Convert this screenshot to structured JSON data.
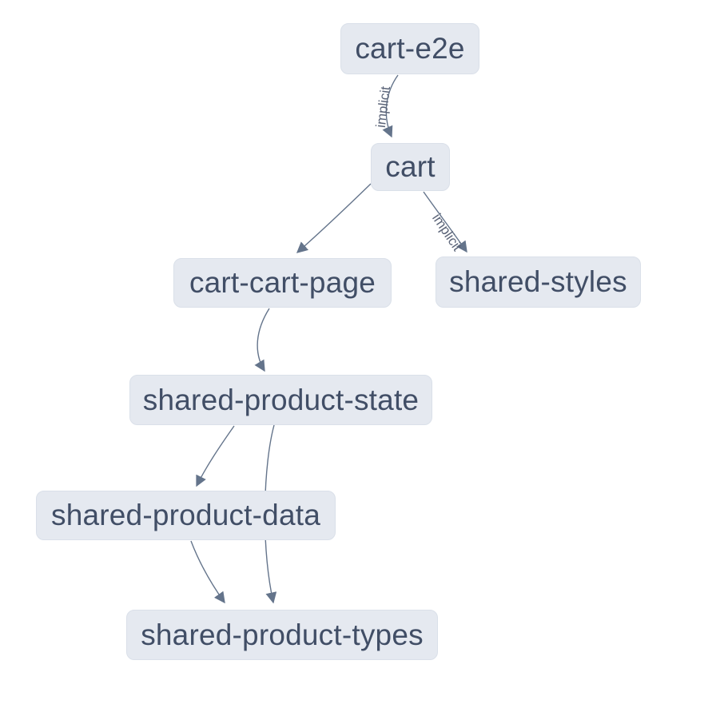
{
  "diagram": {
    "kind": "project-dependency-graph",
    "nodes": [
      {
        "id": "cart-e2e",
        "label": "cart-e2e"
      },
      {
        "id": "cart",
        "label": "cart"
      },
      {
        "id": "cart-cart-page",
        "label": "cart-cart-page"
      },
      {
        "id": "shared-styles",
        "label": "shared-styles"
      },
      {
        "id": "shared-product-state",
        "label": "shared-product-state"
      },
      {
        "id": "shared-product-data",
        "label": "shared-product-data"
      },
      {
        "id": "shared-product-types",
        "label": "shared-product-types"
      }
    ],
    "edges": [
      {
        "from": "cart-e2e",
        "to": "cart",
        "label": "implicit"
      },
      {
        "from": "cart",
        "to": "cart-cart-page",
        "label": ""
      },
      {
        "from": "cart",
        "to": "shared-styles",
        "label": "implicit"
      },
      {
        "from": "cart-cart-page",
        "to": "shared-product-state",
        "label": ""
      },
      {
        "from": "shared-product-state",
        "to": "shared-product-data",
        "label": ""
      },
      {
        "from": "shared-product-state",
        "to": "shared-product-types",
        "label": ""
      },
      {
        "from": "shared-product-data",
        "to": "shared-product-types",
        "label": ""
      }
    ],
    "colors": {
      "background": "#ffffff",
      "node_fill": "#e5e9f0",
      "node_border": "#dae0e9",
      "node_text": "#414e66",
      "edge_stroke": "#64748b",
      "edge_label": "#5b6478"
    }
  }
}
